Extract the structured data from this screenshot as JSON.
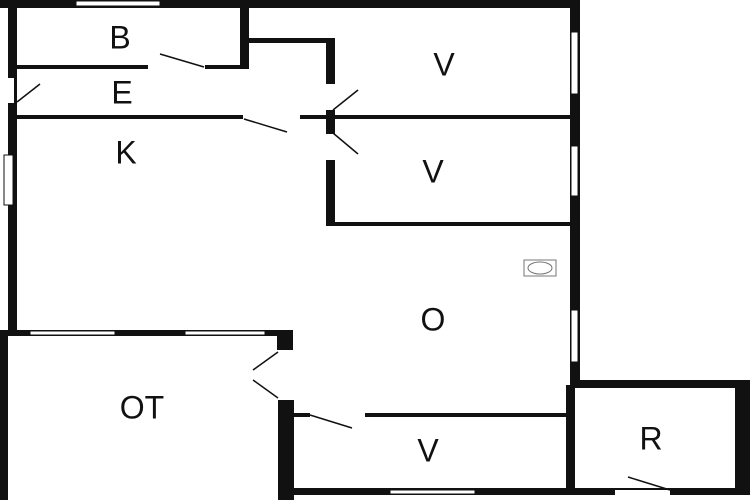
{
  "rooms": {
    "bath": "B",
    "entry": "E",
    "kitchen": "K",
    "bedroom_1": "V",
    "bedroom_2": "V",
    "living": "O",
    "open_terrace": "OT",
    "bedroom_3": "V",
    "storage": "R"
  },
  "colors": {
    "wall": "#111111",
    "background": "#ffffff"
  }
}
